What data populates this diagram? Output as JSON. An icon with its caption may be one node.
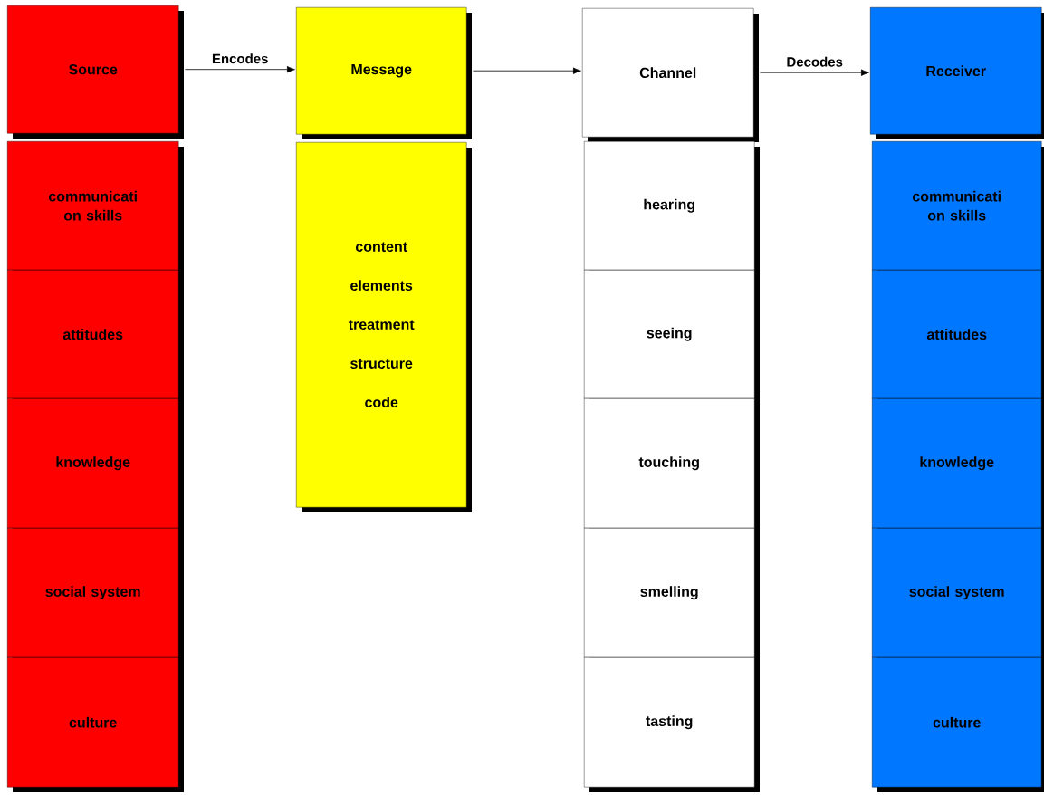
{
  "diagram": {
    "nodes": [
      {
        "text": [
          "Source"
        ]
      },
      {
        "text": [
          "Message"
        ]
      },
      {
        "text": [
          "Channel"
        ]
      },
      {
        "text": [
          "Receiver"
        ]
      },
      {
        "text": [
          "communicati on skills"
        ]
      },
      {
        "text": [
          "attitudes"
        ]
      },
      {
        "text": [
          "knowledge"
        ]
      },
      {
        "text": [
          "social system"
        ]
      },
      {
        "text": [
          "culture"
        ]
      },
      {
        "text": [
          "content",
          "elements",
          "treatment",
          "structure",
          "code"
        ]
      },
      {
        "text": [
          "hearing"
        ]
      },
      {
        "text": [
          "seeing"
        ]
      },
      {
        "text": [
          "touching"
        ]
      },
      {
        "text": [
          "smelling"
        ]
      },
      {
        "text": [
          "tasting"
        ]
      },
      {
        "text": [
          "communicati on skills"
        ]
      },
      {
        "text": [
          "attitudes"
        ]
      },
      {
        "text": [
          "knowledge"
        ]
      },
      {
        "text": [
          "social system"
        ]
      },
      {
        "text": [
          "culture"
        ]
      }
    ],
    "edges": [
      {
        "from": 0,
        "to": 1,
        "arrow": "to",
        "label": "Encodes"
      },
      {
        "from": 1,
        "to": 2,
        "arrow": "to"
      },
      {
        "from": 2,
        "to": 3,
        "arrow": "to",
        "label": "Decodes"
      }
    ]
  }
}
